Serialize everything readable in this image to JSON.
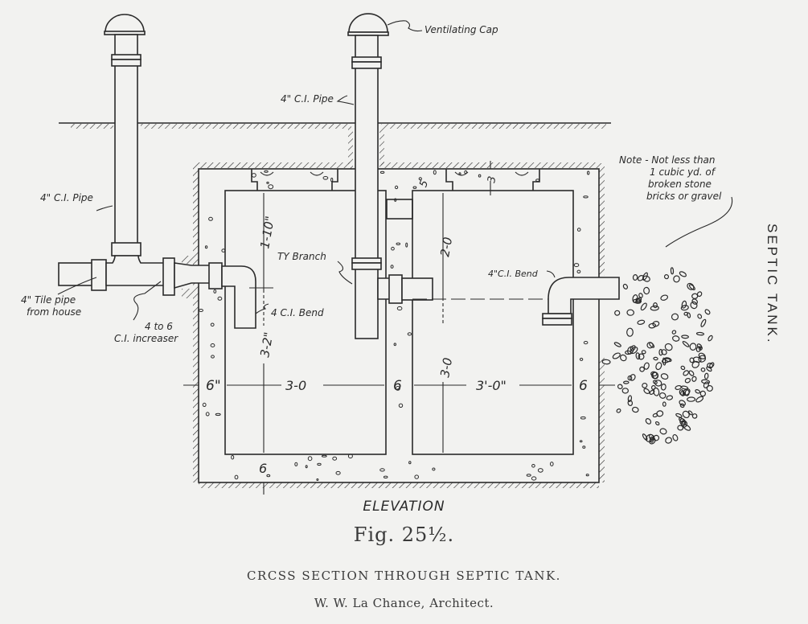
{
  "drawing": {
    "view_label": "ELEVATION",
    "figure_label": "Fig. 25½.",
    "section_title": "CRCSS SECTION THROUGH SEPTIC TANK.",
    "architect": "W. W. La Chance, Architect.",
    "side_title": "SEPTIC TANK."
  },
  "annotations": {
    "ventilating_cap": "Ventilating Cap",
    "ci_pipe_left": "4\" C.I. Pipe",
    "ci_pipe_center": "4\" C.I. Pipe",
    "tile_pipe_line1": "4\" Tile pipe",
    "tile_pipe_line2": "from house",
    "increaser_line1": "4 to 6",
    "increaser_line2": "C.I. increaser",
    "ci_bend_inlet": "4 C.I. Bend",
    "ty_branch": "TY Branch",
    "ci_bend_outlet": "4\"C.I. Bend",
    "note_line1": "Note - Not less than",
    "note_line2": "1 cubic yd. of",
    "note_line3": "broken stone",
    "note_line4": "bricks or gravel"
  },
  "dimensions": {
    "inlet_top_clearance": "1-10\"",
    "inlet_depth": "3-2\"",
    "left_chamber_width": "3-0",
    "right_chamber_width": "3'-0\"",
    "outer_wall_left": "6\"",
    "middle_wall": "6",
    "outer_wall_right": "6",
    "bottom_slab": "6",
    "top_slab": "5",
    "cover_depth": "3",
    "outlet_top_clearance": "2-0",
    "outlet_depth": "3-0"
  }
}
